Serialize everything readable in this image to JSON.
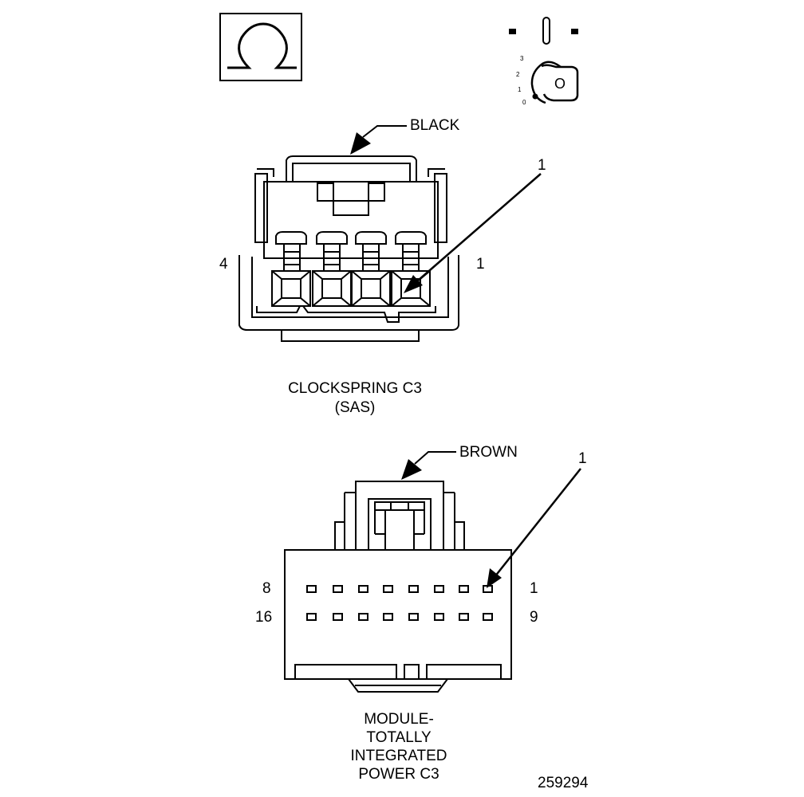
{
  "connector1": {
    "color_label": "BLACK",
    "pin_callout": "1",
    "end_left": "4",
    "end_right": "1",
    "name_line1": "CLOCKSPRING C3",
    "name_line2": "(SAS)"
  },
  "connector2": {
    "color_label": "BROWN",
    "pin_callout": "1",
    "row1_left": "8",
    "row1_right": "1",
    "row2_left": "16",
    "row2_right": "9",
    "name_lines": [
      "MODULE-",
      "TOTALLY",
      "INTEGRATED",
      "POWER C3"
    ]
  },
  "ignition_icon": {
    "positions": [
      "3",
      "2",
      "1",
      "0"
    ],
    "key_label": "O"
  },
  "figure_number": "259294",
  "colors": {
    "line": "#000000",
    "background": "#ffffff"
  }
}
